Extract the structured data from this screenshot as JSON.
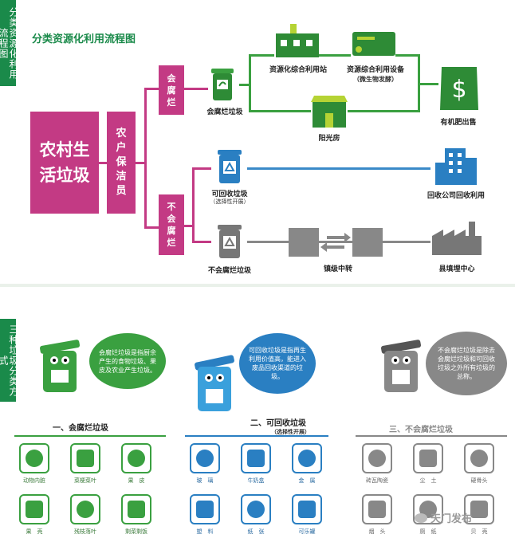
{
  "top": {
    "tab_label": "分类资源化利用流程图",
    "title": "分类资源化利用流程图",
    "source": "农村生活垃圾",
    "collector": "农户 保洁员",
    "branch_rot": "会腐烂",
    "branch_not_rot": "不会腐烂",
    "rot_bin": "会腐烂垃圾",
    "station": "资源化综合利用站",
    "equipment": "资源综合利用设备",
    "equipment_sub": "（微生物发酵）",
    "sunroom": "阳光房",
    "fertilizer": "有机肥出售",
    "recycle_bin": "可回收垃圾",
    "recycle_sub": "（选择性开展）",
    "recycle_company": "回收公司回收利用",
    "nonrot_bin": "不会腐烂垃圾",
    "transfer": "镇级中转",
    "landfill": "县填埋中心"
  },
  "bottom": {
    "tab_label": "三种垃圾分类方式",
    "cloud1": "会腐烂垃圾是指厨余产生的食物垃圾、果皮及农业产生垃圾。",
    "cloud2": "可回收垃圾是指再生利用价值高，能进入废品回收渠道的垃圾。",
    "cloud3": "不会腐烂垃圾是除去会腐烂垃圾和可回收垃圾之外所有垃圾的总称。",
    "sec1_title": "一、会腐烂垃圾",
    "sec2_title": "二、可回收垃圾",
    "sec2_sub": "（选择性开展）",
    "sec3_title": "三、不会腐烂垃圾",
    "sec1_items": [
      "动物内脏",
      "菜梗菜叶",
      "果　皮",
      "果　壳",
      "残枝落叶",
      "剩菜剩饭"
    ],
    "sec2_items": [
      "玻　璃",
      "牛奶盒",
      "金　属",
      "塑　料",
      "纸　张",
      "可乐罐"
    ],
    "sec3_items": [
      "砖瓦陶瓷",
      "尘　土",
      "硬骨头",
      "烟　头",
      "厕　纸",
      "贝　壳"
    ],
    "watermark": "天门发布"
  },
  "colors": {
    "magenta": "#c33a84",
    "green": "#3aa040",
    "blue": "#2a7fc2",
    "gray": "#888888",
    "tab_green": "#1a8a4a"
  }
}
